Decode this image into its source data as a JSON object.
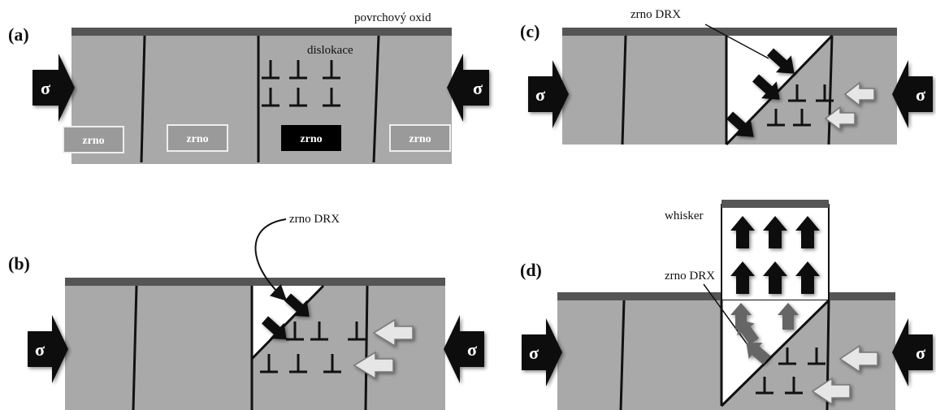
{
  "panels": {
    "a": {
      "label": "(a)",
      "oxide_label": "povrchový oxid",
      "dislocation_label": "dislokace",
      "grain_labels": [
        "zrno",
        "zrno",
        "zrno",
        "zrno"
      ],
      "stress_symbol": "σ"
    },
    "b": {
      "label": "(b)",
      "drx_label": "zrno DRX",
      "stress_symbol": "σ"
    },
    "c": {
      "label": "(c)",
      "drx_label": "zrno DRX",
      "stress_symbol": "σ"
    },
    "d": {
      "label": "(d)",
      "whisker_label": "whisker",
      "drx_label": "zrno DRX",
      "stress_symbol": "σ"
    }
  },
  "colors": {
    "grain_fill": "#a9a9a9",
    "oxide": "#555555",
    "boundary": "#111111",
    "highlight_grain": "#000000",
    "drx_fill": "#ffffff",
    "stress_box": "#111111",
    "hollow_arrow": "#e6e6e6"
  }
}
